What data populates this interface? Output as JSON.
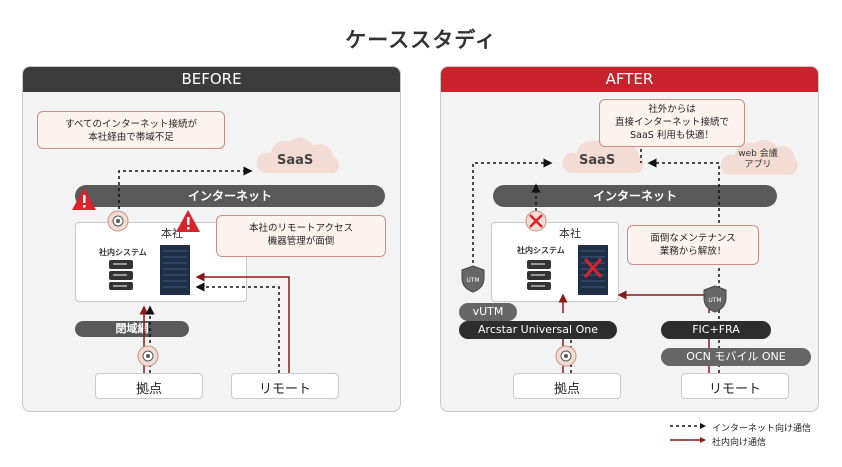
{
  "title": "ケーススタディ",
  "before": {
    "header": "BEFORE",
    "internet": "インターネット",
    "saas": "SaaS",
    "hq": "本社",
    "system": "社内システム",
    "closed_network": "閉域網",
    "site": "拠点",
    "remote": "リモート",
    "callout_top": [
      "すべてのインターネット接続が",
      "本社経由で帯域不足"
    ],
    "callout_right": [
      "本社のリモートアクセス",
      "機器管理が面倒"
    ]
  },
  "after": {
    "header": "AFTER",
    "internet": "インターネット",
    "saas": "SaaS",
    "webapp": [
      "web 会議",
      "アプリ"
    ],
    "hq": "本社",
    "system": "社内システム",
    "vutm": "vUTM",
    "utm_icon_text": "UTM",
    "arcstar": "Arcstar Universal One",
    "fic": "FIC+FRA",
    "ocn": "OCN モバイル ONE",
    "site": "拠点",
    "remote": "リモート",
    "callout_top": [
      "社外からは",
      "直接インターネット接続で",
      "SaaS 利用も快適！"
    ],
    "callout_right": [
      "面倒なメンテナンス",
      "業務から解放！"
    ]
  },
  "legend": {
    "internet": "インターネット向け通信",
    "internal": "社内向け通信"
  },
  "colors": {
    "before_header": "#3b3b3b",
    "after_header": "#c8232c",
    "internal_arrow": "#8b1a1a",
    "warning": "#d9232d"
  }
}
